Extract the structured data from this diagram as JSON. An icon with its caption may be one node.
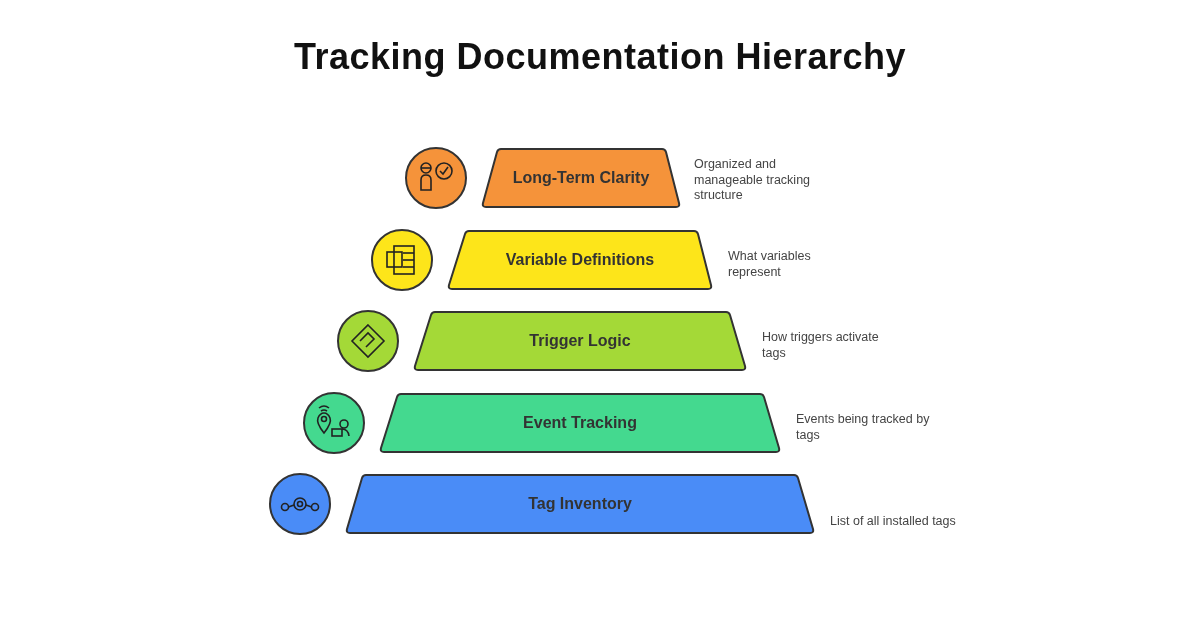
{
  "diagram": {
    "title": "Tracking Documentation Hierarchy",
    "nodes": [
      {
        "text": [
          "Long-Term Clarity"
        ],
        "beside": [
          "Organized and manageable tracking structure"
        ]
      },
      {
        "text": [
          "Variable Definitions"
        ],
        "beside": [
          "What variables represent"
        ]
      },
      {
        "text": [
          "Trigger Logic"
        ],
        "beside": [
          "How triggers activate tags"
        ]
      },
      {
        "text": [
          "Event Tracking"
        ],
        "beside": [
          "Events being tracked by tags"
        ]
      },
      {
        "text": [
          "Tag Inventory"
        ],
        "beside": [
          "List of all installed tags"
        ]
      }
    ]
  }
}
